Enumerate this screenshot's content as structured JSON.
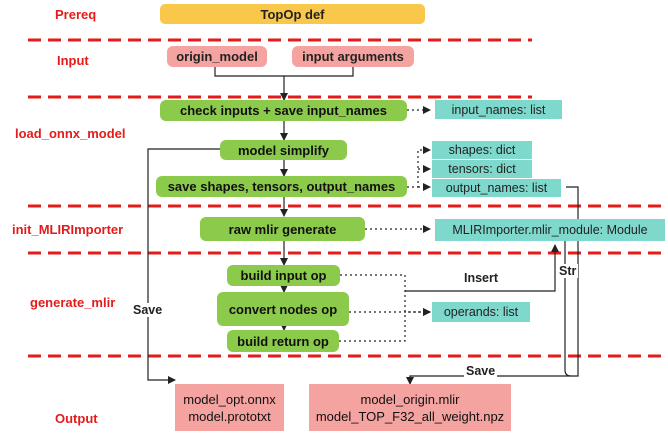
{
  "sections": {
    "prereq": "Prereq",
    "input": "Input",
    "load_onnx_model": "load_onnx_model",
    "init_mlirimporter": "init_MLIRImporter",
    "generate_mlir": "generate_mlir",
    "output": "Output"
  },
  "nodes": {
    "topop_def": "TopOp def",
    "origin_model": "origin_model",
    "input_arguments": "input arguments",
    "check_inputs": "check inputs + save input_names",
    "model_simplify": "model simplify",
    "save_shapes": "save shapes, tensors, output_names",
    "raw_mlir": "raw mlir generate",
    "build_input_op": "build input op",
    "convert_nodes_op": "convert nodes op",
    "build_return_op": "build return op"
  },
  "data_items": {
    "input_names": "input_names: list",
    "shapes": "shapes: dict",
    "tensors": "tensors: dict",
    "output_names": "output_names: list",
    "mlir_module": "MLIRImporter.mlir_module: Module",
    "operands": "operands: list"
  },
  "outputs": {
    "left_line1": "model_opt.onnx",
    "left_line2": "model.prototxt",
    "right_line1": "model_origin.mlir",
    "right_line2": "model_TOP_F32_all_weight.npz"
  },
  "edge_labels": {
    "save_left": "Save",
    "insert": "Insert",
    "str": "Str",
    "save_bottom": "Save"
  },
  "colors": {
    "section_text": "#e41b1b",
    "separator": "#e41b1b",
    "prereq_box": "#f9c74a",
    "input_box": "#f4a3a0",
    "process_box": "#8cca4c",
    "data_box": "#7fd8cc",
    "output_box": "#f4a3a0"
  }
}
